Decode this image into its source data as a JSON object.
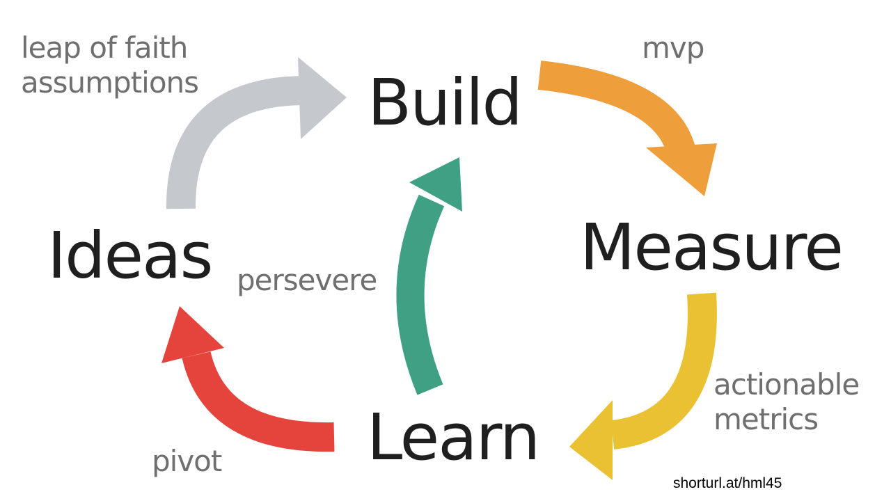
{
  "diagram": {
    "stages": {
      "build": "Build",
      "measure": "Measure",
      "learn": "Learn",
      "ideas": "Ideas"
    },
    "transitions": {
      "ideas_to_build": [
        "leap of faith",
        "assumptions"
      ],
      "build_to_measure": "mvp",
      "learn_to_build": "persevere",
      "measure_to_learn": [
        "actionable",
        "metrics"
      ],
      "learn_to_ideas": "pivot"
    },
    "arrow_colors": {
      "ideas_to_build": "#c5c8cc",
      "build_to_measure": "#ef9e3c",
      "measure_to_learn": "#eac133",
      "learn_to_ideas": "#e4443b",
      "learn_to_build": "#3fa084"
    }
  },
  "footer": {
    "source": "shorturl.at/hml45"
  }
}
